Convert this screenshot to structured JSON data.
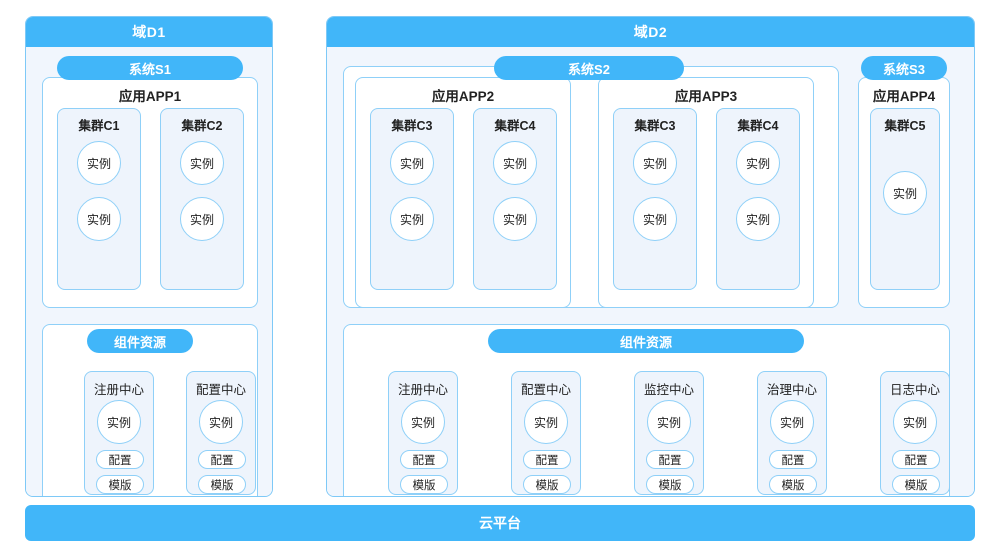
{
  "diagram": {
    "colors": {
      "accent_blue": "#41b6f9",
      "border_blue": "#8fd0f8",
      "domain_bg": "#f1f6fd",
      "cluster_bg": "#eef4fc",
      "card_bg": "#ffffff"
    },
    "instance_label": "实例",
    "platform_label": "云平台",
    "component_group_label": "组件资源",
    "tags": {
      "config": "配置",
      "template": "模版"
    },
    "domains": [
      {
        "id": "d1",
        "title": "域D1",
        "systems": [
          {
            "id": "s1",
            "title": "系统S1",
            "apps": [
              {
                "id": "app1",
                "title": "应用APP1",
                "clusters": [
                  {
                    "id": "c1",
                    "title": "集群C1",
                    "instances": 2
                  },
                  {
                    "id": "c2",
                    "title": "集群C2",
                    "instances": 2
                  }
                ]
              }
            ]
          }
        ],
        "components": [
          {
            "id": "registry",
            "title": "注册中心"
          },
          {
            "id": "config",
            "title": "配置中心"
          }
        ]
      },
      {
        "id": "d2",
        "title": "域D2",
        "systems": [
          {
            "id": "s2",
            "title": "系统S2",
            "apps": [
              {
                "id": "app2",
                "title": "应用APP2",
                "clusters": [
                  {
                    "id": "c3a",
                    "title": "集群C3",
                    "instances": 2
                  },
                  {
                    "id": "c4a",
                    "title": "集群C4",
                    "instances": 2
                  }
                ]
              },
              {
                "id": "app3",
                "title": "应用APP3",
                "clusters": [
                  {
                    "id": "c3b",
                    "title": "集群C3",
                    "instances": 2
                  },
                  {
                    "id": "c4b",
                    "title": "集群C4",
                    "instances": 2
                  }
                ]
              }
            ]
          },
          {
            "id": "s3",
            "title": "系统S3",
            "apps": [
              {
                "id": "app4",
                "title": "应用APP4",
                "clusters": [
                  {
                    "id": "c5",
                    "title": "集群C5",
                    "instances": 1
                  }
                ]
              }
            ]
          }
        ],
        "components": [
          {
            "id": "registry2",
            "title": "注册中心"
          },
          {
            "id": "config2",
            "title": "配置中心"
          },
          {
            "id": "monitor",
            "title": "监控中心"
          },
          {
            "id": "governance",
            "title": "治理中心"
          },
          {
            "id": "log",
            "title": "日志中心"
          }
        ]
      }
    ]
  }
}
